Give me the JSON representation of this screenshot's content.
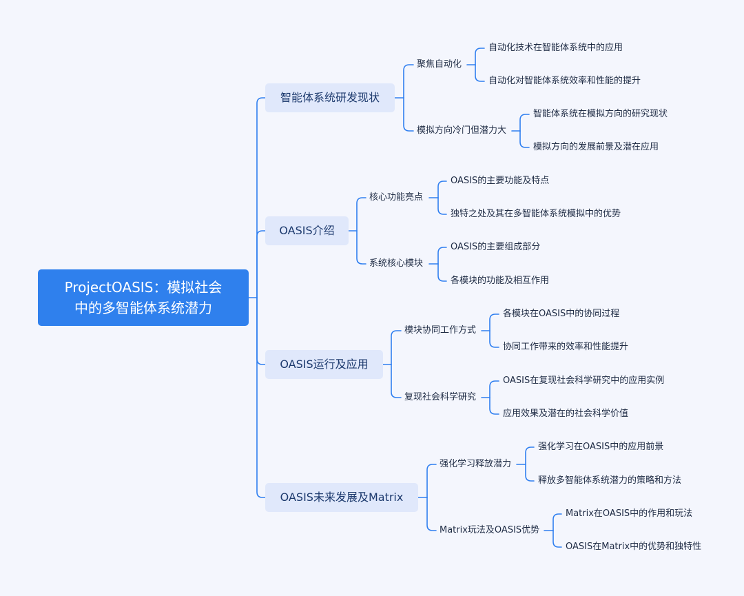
{
  "root": {
    "line1": "ProjectOASIS：模拟社会",
    "line2": "中的多智能体系统潜力"
  },
  "branches": [
    {
      "label": "智能体系统研发现状",
      "children": [
        {
          "label": "聚焦自动化",
          "children": [
            "自动化技术在智能体系统中的应用",
            "自动化对智能体系统效率和性能的提升"
          ]
        },
        {
          "label": "模拟方向冷门但潜力大",
          "children": [
            "智能体系统在模拟方向的研究现状",
            "模拟方向的发展前景及潜在应用"
          ]
        }
      ]
    },
    {
      "label": "OASIS介绍",
      "children": [
        {
          "label": "核心功能亮点",
          "children": [
            "OASIS的主要功能及特点",
            "独特之处及其在多智能体系统模拟中的优势"
          ]
        },
        {
          "label": "系统核心模块",
          "children": [
            "OASIS的主要组成部分",
            "各模块的功能及相互作用"
          ]
        }
      ]
    },
    {
      "label": "OASIS运行及应用",
      "children": [
        {
          "label": "模块协同工作方式",
          "children": [
            "各模块在OASIS中的协同过程",
            "协同工作带来的效率和性能提升"
          ]
        },
        {
          "label": "复现社会科学研究",
          "children": [
            "OASIS在复现社会科学研究中的应用实例",
            "应用效果及潜在的社会科学价值"
          ]
        }
      ]
    },
    {
      "label": "OASIS未来发展及Matrix",
      "children": [
        {
          "label": "强化学习释放潜力",
          "children": [
            "强化学习在OASIS中的应用前景",
            "释放多智能体系统潜力的策略和方法"
          ]
        },
        {
          "label": "Matrix玩法及OASIS优势",
          "children": [
            "Matrix在OASIS中的作用和玩法",
            "OASIS在Matrix中的优势和独特性"
          ]
        }
      ]
    }
  ],
  "colors": {
    "line": "#2f7ff0",
    "root_bg": "#2f80ed",
    "branch_bg": "#e0e8fb",
    "background": "#f4f6fd"
  }
}
